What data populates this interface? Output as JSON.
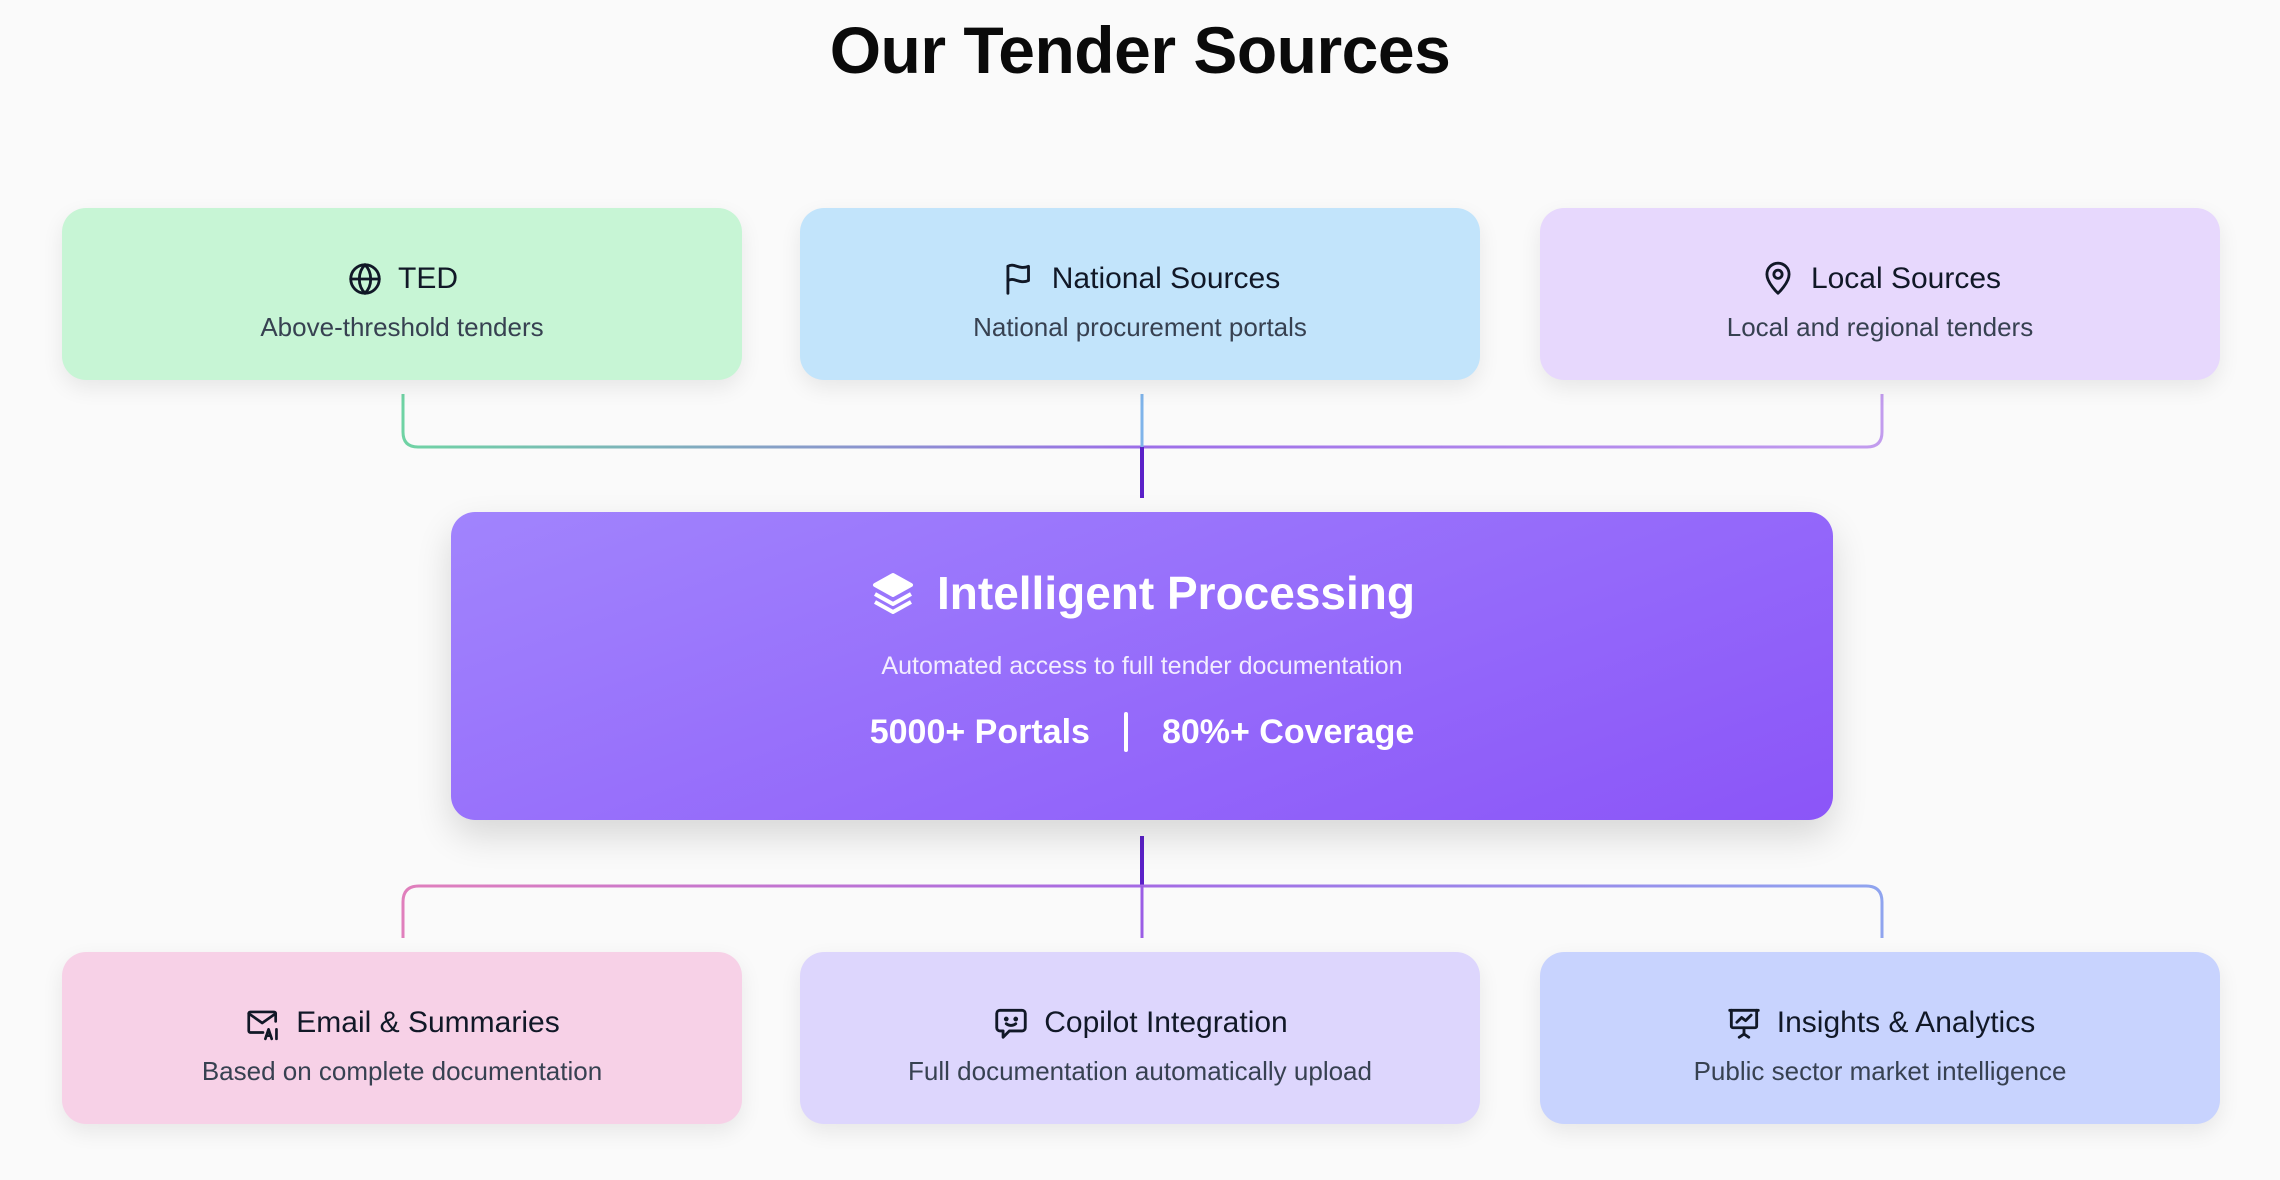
{
  "title": "Our Tender Sources",
  "sources": [
    {
      "label": "TED",
      "description": "Above-threshold tenders",
      "icon": "globe-icon",
      "color": "#c7f5d5"
    },
    {
      "label": "National Sources",
      "description": "National procurement portals",
      "icon": "flag-icon",
      "color": "#c2e4fb"
    },
    {
      "label": "Local Sources",
      "description": "Local and regional tenders",
      "icon": "map-pin-icon",
      "color": "#e7d8fd"
    }
  ],
  "processing": {
    "title": "Intelligent Processing",
    "description": "Automated access to full tender documentation",
    "stat_portals": "5000+ Portals",
    "stat_coverage": "80%+ Coverage",
    "icon": "layers-icon",
    "color_from": "#a184fd",
    "color_to": "#8b55f8"
  },
  "outputs": [
    {
      "label": "Email & Summaries",
      "description": "Based on complete documentation",
      "icon": "mail-ai-icon",
      "color": "#f7d1e7"
    },
    {
      "label": "Copilot Integration",
      "description": "Full documentation automatically upload",
      "icon": "chat-icon",
      "color": "#ddd6fd"
    },
    {
      "label": "Insights & Analytics",
      "description": "Public sector market intelligence",
      "icon": "presentation-chart-icon",
      "color": "#c8d3fe"
    }
  ]
}
